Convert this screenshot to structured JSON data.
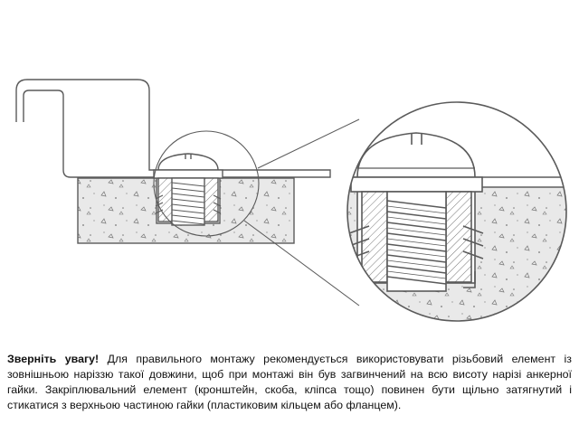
{
  "note": {
    "lead": "Зверніть увагу!",
    "body": " Для правильного монтажу рекомендується використовувати різьбовий елемент із зовнішньою наріззю такої довжини, щоб при монтажі він був загвинчений на всю висоту нарізі анкерної гайки. Закріплювальний елемент (кронштейн, скоба, кліпса тощо) повинен бути щільно затягнутий і стикатися з верхньою частиною гайки (пластиковим кільцем або фланцем)."
  },
  "colors": {
    "concrete": "#e9e9e9",
    "stroke": "#5a5a5a",
    "text": "#111111"
  },
  "icons": {
    "overview": "anchor-nut-installation-overview",
    "detail": "anchor-nut-magnified-detail"
  }
}
